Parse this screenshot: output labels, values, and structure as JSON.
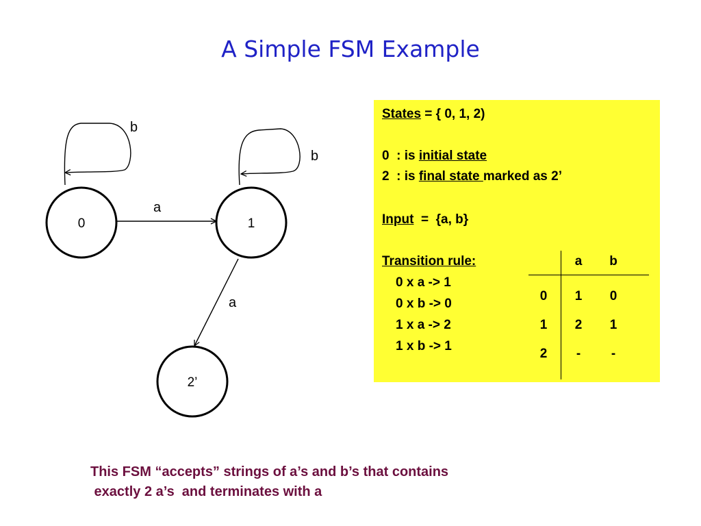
{
  "title": "A Simple FSM Example",
  "diagram": {
    "states": [
      {
        "id": "0",
        "label": "0"
      },
      {
        "id": "1",
        "label": "1"
      },
      {
        "id": "2",
        "label": "2’"
      }
    ],
    "edges": [
      {
        "from": "0",
        "to": "0",
        "label": "b"
      },
      {
        "from": "0",
        "to": "1",
        "label": "a"
      },
      {
        "from": "1",
        "to": "1",
        "label": "b"
      },
      {
        "from": "1",
        "to": "2",
        "label": "a"
      }
    ]
  },
  "info": {
    "states_key": "States",
    "states_value": " = { 0, 1, 2)",
    "line_initial_prefix": "0  : is ",
    "line_initial_term": "initial state",
    "line_final_prefix": "2  : is ",
    "line_final_term": "final state ",
    "line_final_suffix": "marked as 2’",
    "input_key": "Input",
    "input_value": "  =  {a, b}",
    "transition_key": "Transition rule:",
    "rules": [
      "0 x a -> 1",
      "0 x b -> 0",
      "1 x a -> 2",
      "1 x b -> 1"
    ]
  },
  "transition_table": {
    "headers": [
      "a",
      "b"
    ],
    "rows": [
      {
        "state": "0",
        "a": "1",
        "b": "0"
      },
      {
        "state": "1",
        "a": "2",
        "b": "1"
      },
      {
        "state": "2",
        "a": "-",
        "b": "-"
      }
    ]
  },
  "caption": {
    "line1": "This FSM “accepts” strings of a’s and b’s that contains",
    "line2": " exactly 2 a’s  and terminates with a"
  }
}
